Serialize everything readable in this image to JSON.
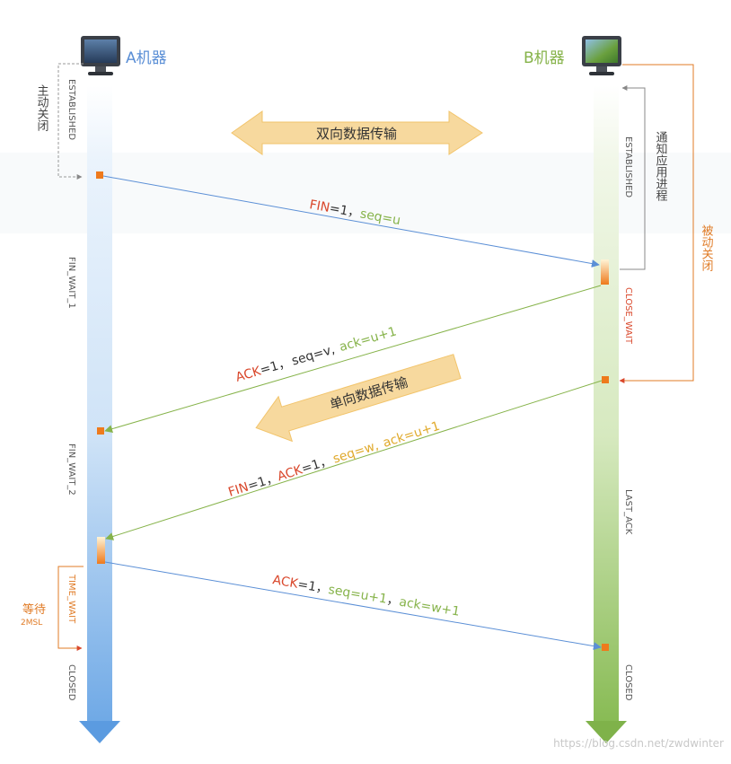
{
  "machine_a": "A机器",
  "machine_b": "B机器",
  "a_active_close": "主动关闭",
  "b_notify_app": "通知应用进程",
  "b_passive_close": "被动关闭",
  "bidirectional_transfer": "双向数据传输",
  "unidirectional_transfer": "单向数据传输",
  "a_states": {
    "established": "ESTABLISHED",
    "fin_wait_1": "FIN_WAIT_1",
    "fin_wait_2": "FIN_WAIT_2",
    "time_wait": "TIME_WAIT",
    "closed": "CLOSED"
  },
  "b_states": {
    "established": "ESTABLISHED",
    "close_wait": "CLOSE_WAIT",
    "last_ack": "LAST_ACK",
    "closed": "CLOSED"
  },
  "wait_label": "等待",
  "wait_2msl": "2MSL",
  "msg1": {
    "fin": "FIN",
    "eq": "=1，",
    "seq": "seq=u"
  },
  "msg2": {
    "ack": "ACK",
    "eq": "=1，",
    "seq": "seq=v,",
    "ackval": "ack=u+1"
  },
  "msg3": {
    "fin": "FIN",
    "eq1": "=1，",
    "ack": "ACK",
    "eq2": "=1，",
    "seq": "seq=w,",
    "ackval": "ack=u+1"
  },
  "msg4": {
    "ack": "ACK",
    "eq": "=1，",
    "seq": "seq=u+1",
    "comma": "，",
    "ackval": "ack=w+1"
  },
  "watermark": "https://blog.csdn.net/zwdwinter",
  "colors": {
    "blue": "#5b8fd6",
    "green": "#86b34a",
    "orange": "#e07b26",
    "red": "#d9472b",
    "gray": "#666666"
  }
}
